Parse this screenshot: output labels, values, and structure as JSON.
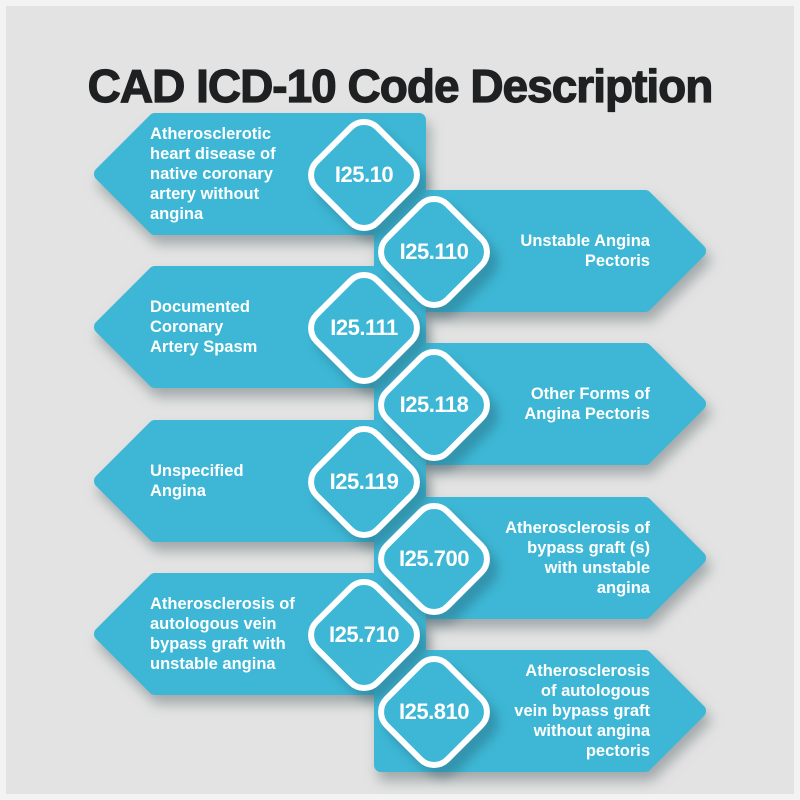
{
  "title": "CAD ICD-10 Code Description",
  "colors": {
    "accent_teal": "#3db7d5",
    "background": "#e2e3e2",
    "frame": "#f2f3f2",
    "title_text": "#1f2022",
    "text_on_teal": "#ffffff"
  },
  "rows": [
    {
      "code": "I25.10",
      "direction": "left",
      "description": "Atherosclerotic\nheart disease of\nnative coronary\nartery without\nangina"
    },
    {
      "code": "I25.110",
      "direction": "right",
      "description": "Unstable Angina\nPectoris"
    },
    {
      "code": "I25.111",
      "direction": "left",
      "description": "Documented\nCoronary\nArtery Spasm"
    },
    {
      "code": "I25.118",
      "direction": "right",
      "description": "Other Forms of\nAngina Pectoris"
    },
    {
      "code": "I25.119",
      "direction": "left",
      "description": "Unspecified\nAngina"
    },
    {
      "code": "I25.700",
      "direction": "right",
      "description": "Atherosclerosis of\nbypass graft (s)\nwith unstable\nangina"
    },
    {
      "code": "I25.710",
      "direction": "left",
      "description": "Atherosclerosis of\nautologous vein\nbypass graft with\nunstable angina"
    },
    {
      "code": "I25.810",
      "direction": "right",
      "description": "Atherosclerosis\nof autologous\nvein bypass graft\nwithout angina\npectoris"
    }
  ]
}
